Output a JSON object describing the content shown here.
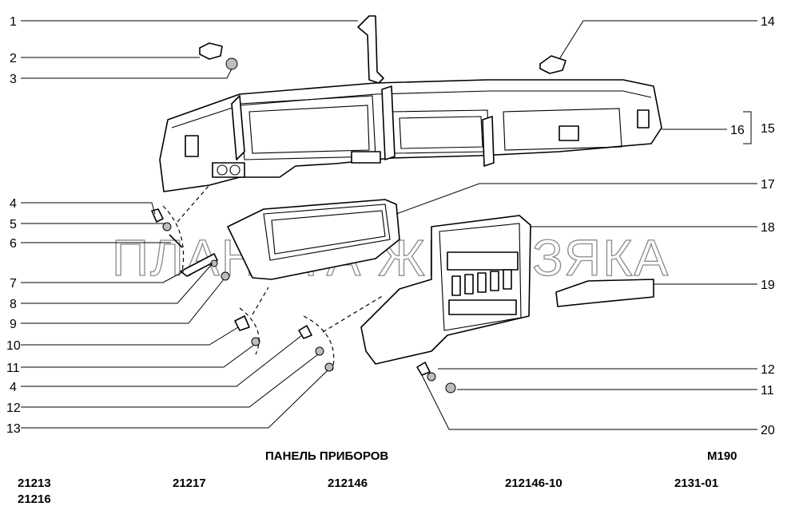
{
  "title": "ПАНЕЛЬ ПРИБОРОВ",
  "code": "M190",
  "watermark": "ПЛАНЕТА ЖЕЛЕЗЯКА",
  "callouts_left": [
    "1",
    "2",
    "3",
    "4",
    "5",
    "6",
    "7",
    "8",
    "9",
    "10",
    "11",
    "4",
    "12",
    "13"
  ],
  "callouts_right": [
    "14",
    "15",
    "16",
    "17",
    "18",
    "19",
    "12",
    "11",
    "20"
  ],
  "models": [
    [
      "21213",
      "21216"
    ],
    [
      "21217"
    ],
    [
      "212146"
    ],
    [
      "212146-10"
    ],
    [
      "2131-01"
    ]
  ]
}
